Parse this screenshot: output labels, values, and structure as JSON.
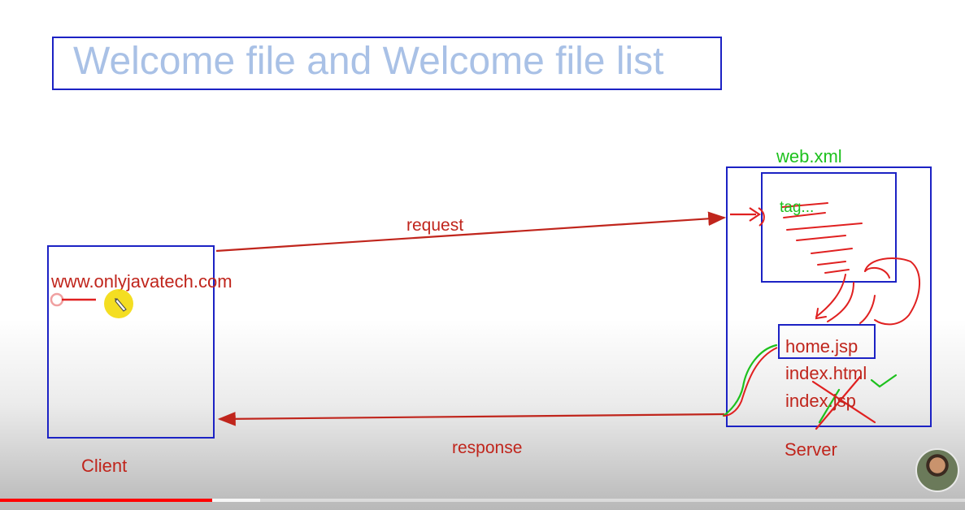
{
  "title": "Welcome file and Welcome file list",
  "diagram": {
    "url": "www.onlyjavatech.com",
    "request_label": "request",
    "response_label": "response",
    "client_label": "Client",
    "server_label": "Server",
    "webxml_label": "web.xml",
    "tag_label": "tag...",
    "files": [
      "home.jsp",
      "index.html",
      "index.jsp"
    ]
  },
  "colors": {
    "box_border": "#1c22c4",
    "title_text": "#a9c1e6",
    "arrow_red": "#c0251c",
    "annotation_green": "#1dc11d",
    "cursor_yellow": "#f4dc12"
  },
  "player": {
    "progress": 0.22,
    "buffered": 0.27
  },
  "icons": {
    "cursor": "pen-cursor-icon",
    "avatar": "presenter-avatar"
  }
}
